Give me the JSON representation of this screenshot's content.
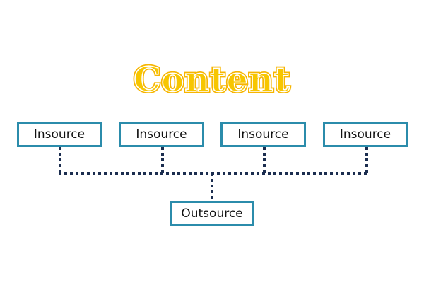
{
  "title": "Content",
  "colors": {
    "title_fill": "#f7c600",
    "title_stroke": "#f7b500",
    "box_border": "#2b8cab",
    "connector": "#1b2d4f"
  },
  "nodes": {
    "top": [
      "Insource",
      "Insource",
      "Insource",
      "Insource"
    ],
    "bottom": "Outsource"
  }
}
